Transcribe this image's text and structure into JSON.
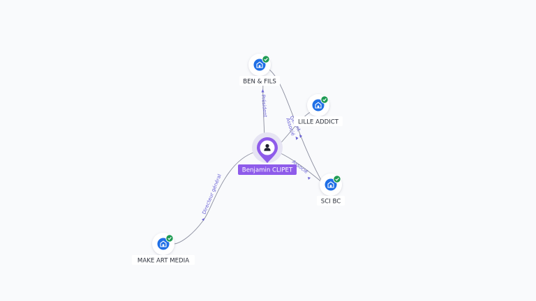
{
  "diagram": {
    "companies": [
      {
        "id": "ben-fils",
        "label": "BEN & FILS",
        "verified": true
      },
      {
        "id": "lille-addict",
        "label": "LILLE ADDICT",
        "verified": true
      },
      {
        "id": "sci-bc",
        "label": "SCI BC",
        "verified": true
      },
      {
        "id": "make-art-media",
        "label": "MAKE ART MEDIA",
        "verified": true
      }
    ],
    "person": {
      "id": "benjamin-clipet",
      "label": "Benjamin CLIPET",
      "icon": "user-icon"
    },
    "relations": [
      {
        "from": "benjamin-clipet",
        "to": "ben-fils",
        "label": "Président"
      },
      {
        "from": "benjamin-clipet",
        "to": "lille-addict",
        "label": "Associé"
      },
      {
        "from": "ben-fils",
        "to": "sci-bc",
        "label": "Gérant"
      },
      {
        "from": "benjamin-clipet",
        "to": "sci-bc",
        "label": "Associé"
      },
      {
        "from": "benjamin-clipet",
        "to": "make-art-media",
        "label": "Directeur général"
      }
    ],
    "colors": {
      "company_icon": "#1f6fe6",
      "verified_badge": "#1e9b54",
      "person_marker": "#8e5bea",
      "edge": "#8a8d9e",
      "edge_label": "#6b63d6"
    }
  }
}
